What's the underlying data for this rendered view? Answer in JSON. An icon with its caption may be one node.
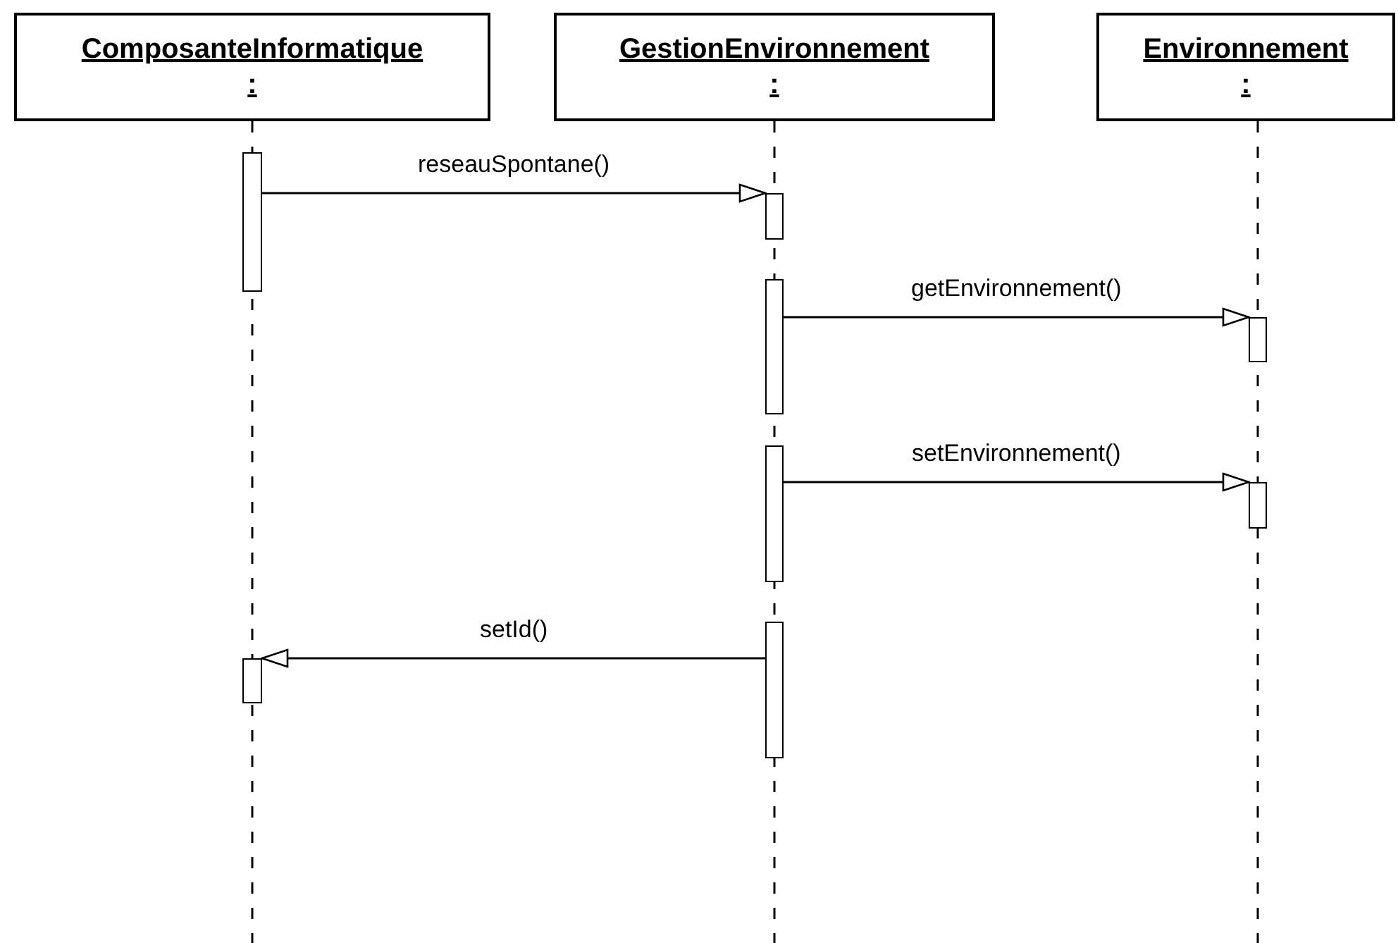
{
  "diagram": {
    "nodes": [
      {
        "text": [
          "ComposanteInformatique",
          ":"
        ]
      },
      {
        "text": [
          "GestionEnvironnement",
          ":"
        ]
      },
      {
        "text": [
          "Environnement",
          ":"
        ]
      },
      {
        "text": [],
        "shape": "bar"
      },
      {
        "text": [],
        "shape": "bar"
      },
      {
        "text": [],
        "shape": "bar"
      },
      {
        "text": [],
        "shape": "bar"
      },
      {
        "text": [],
        "shape": "bar"
      },
      {
        "text": [],
        "shape": "bar"
      },
      {
        "text": [],
        "shape": "bar"
      },
      {
        "text": [],
        "shape": "bar"
      }
    ],
    "edges": [
      {
        "from": 3,
        "to": 4,
        "arrow": "to",
        "label": "reseauSpontane()"
      },
      {
        "from": 5,
        "to": 6,
        "arrow": "to",
        "label": "getEnvironnement()"
      },
      {
        "from": 7,
        "to": 8,
        "arrow": "to",
        "label": "setEnvironnement()"
      },
      {
        "from": 9,
        "to": 10,
        "arrow": "to",
        "label": "setId()"
      }
    ]
  }
}
